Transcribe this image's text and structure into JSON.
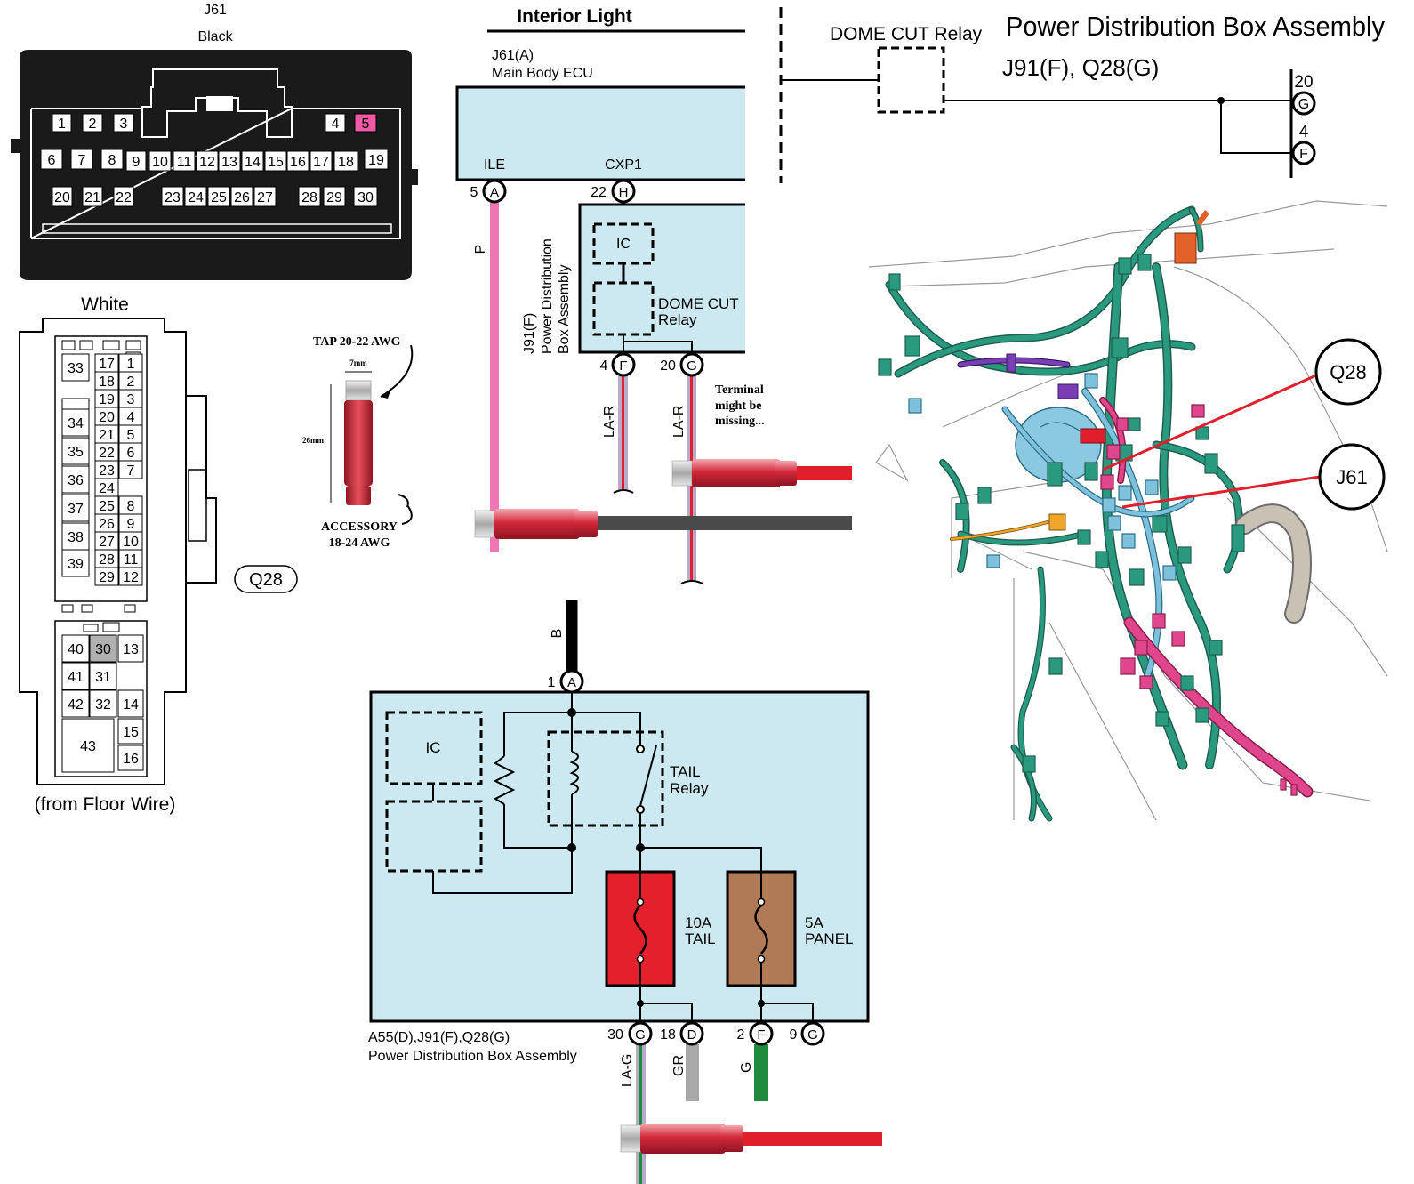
{
  "colors": {
    "box_fill": "#cce9f1",
    "wire_pink": "#f075b5",
    "wire_black": "#000000",
    "wire_green": "#1e8c3c",
    "wire_gray": "#a8a8a8",
    "wire_lar_red": "#e11e2b",
    "wire_lar_violet": "#b7aacb",
    "fuse_tail": "#e3202c",
    "fuse_panel": "#b07a57",
    "tap_red": "#d2283a",
    "harness_teal": "#2a9a7e",
    "harness_pink": "#e0468c",
    "harness_blue": "#7dc1dc",
    "pin_highlight_pink": "#ef5aa6",
    "pin_highlight_red": "#e11e2b"
  },
  "j61": {
    "title": "J61",
    "color_label": "Black",
    "pins": [
      "1",
      "2",
      "3",
      "4",
      "5",
      "6",
      "7",
      "8",
      "9",
      "10",
      "11",
      "12",
      "13",
      "14",
      "15",
      "16",
      "17",
      "18",
      "19",
      "20",
      "21",
      "22",
      "23",
      "24",
      "25",
      "26",
      "27",
      "28",
      "29",
      "30"
    ],
    "highlight_pin": "5"
  },
  "q28": {
    "color_label": "White",
    "tag": "Q28",
    "note": "(from Floor Wire)",
    "left_pins": [
      "33",
      "34",
      "35",
      "36",
      "37",
      "38",
      "39"
    ],
    "grid_pins": [
      "17",
      "1",
      "18",
      "2",
      "19",
      "3",
      "20",
      "4",
      "21",
      "5",
      "22",
      "6",
      "23",
      "7",
      "24",
      "25",
      "8",
      "26",
      "9",
      "27",
      "10",
      "28",
      "11",
      "29",
      "12"
    ],
    "lower_pins": [
      "40",
      "30",
      "13",
      "41",
      "31",
      "42",
      "32",
      "14",
      "43",
      "15",
      "16"
    ],
    "highlight_pin": "20",
    "highlight_pin_2": "30"
  },
  "tap": {
    "top_label": "TAP 20-22 AWG",
    "width_dim": "7mm",
    "height_dim": "26mm",
    "bottom_label_1": "ACCESSORY",
    "bottom_label_2": "18-24 AWG"
  },
  "interior": {
    "heading": "Interior Light",
    "ecu_connector": "J61(A)",
    "ecu_name": "Main Body ECU",
    "ile_label": "ILE",
    "cxp1_label": "CXP1",
    "pin5": "5",
    "pin5_letter": "A",
    "pin22": "22",
    "pin22_letter": "H",
    "wire_p": "P",
    "pdb_side_1": "J91(F)",
    "pdb_side_2": "Power Distribution",
    "pdb_side_3": "Box Assembly",
    "ic_label": "IC",
    "relay_label_1": "DOME CUT",
    "relay_label_2": "Relay",
    "pin4": "4",
    "pin4_letter": "F",
    "pin20": "20",
    "pin20_letter": "G",
    "wire_lar_1": "LA-R",
    "wire_lar_2": "LA-R",
    "note_1": "Terminal",
    "note_2": "might be",
    "note_3": "missing..."
  },
  "topright": {
    "relay_label": "DOME CUT Relay",
    "title": "Power Distribution Box Assembly",
    "connectors": "J91(F), Q28(G)",
    "pin20": "20",
    "pin20_letter": "G",
    "pin4": "4",
    "pin4_letter": "F"
  },
  "harness": {
    "callout_q28": "Q28",
    "callout_j61": "J61"
  },
  "tail": {
    "wire_b": "B",
    "pin1": "1",
    "pin1_letter": "A",
    "ic_label": "IC",
    "relay_label_1": "TAIL",
    "relay_label_2": "Relay",
    "fuse1_amp": "10A",
    "fuse1_name": "TAIL",
    "fuse2_amp": "5A",
    "fuse2_name": "PANEL",
    "box_label_1": "A55(D),J91(F),Q28(G)",
    "box_label_2": "Power Distribution Box Assembly",
    "pin30": "30",
    "pin30_letter": "G",
    "pin18": "18",
    "pin18_letter": "D",
    "pin2": "2",
    "pin2_letter": "F",
    "pin9": "9",
    "pin9_letter": "G",
    "wire_lag": "LA-G",
    "wire_gr": "GR",
    "wire_g": "G"
  }
}
